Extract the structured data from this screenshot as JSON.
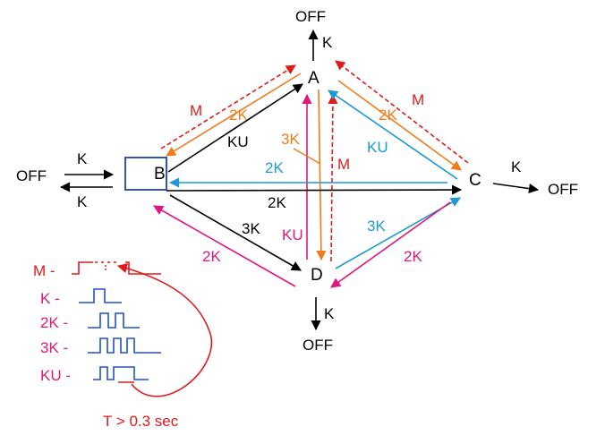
{
  "colors": {
    "black": "#000000",
    "red": "#e01b1b",
    "orange": "#f07b1c",
    "blue": "#1d9ad6",
    "magenta": "#e0177e",
    "box": "#1f3fbf",
    "pulse": "#1f4fd8"
  },
  "nodes": {
    "a": "A",
    "b": "B",
    "c": "C",
    "d": "D"
  },
  "off": {
    "top": "OFF",
    "left": "OFF",
    "right": "OFF",
    "bottom": "OFF"
  },
  "edge_labels": {
    "off_top_k": "K",
    "left_in_k": "K",
    "left_out_k": "K",
    "right_k": "K",
    "bottom_k": "K",
    "b_a_m": "M",
    "b_a_2k": "2K",
    "b_a_ku": "KU",
    "a_d_3k": "3K",
    "a_d_m": "M",
    "a_d_ku": "KU",
    "a_c_m": "M",
    "a_c_2k": "2K",
    "a_c_ku": "KU",
    "c_b_2k": "2K",
    "b_c_2k": "2K",
    "b_d_3k": "3K",
    "d_b_2k": "2K",
    "d_c_3k": "3K",
    "c_d_2k": "2K"
  },
  "legend": {
    "m": "M -",
    "k": "K -",
    "k2": "2K -",
    "k3": "3K -",
    "ku": "KU -",
    "timing": "T > 0.3 sec"
  }
}
